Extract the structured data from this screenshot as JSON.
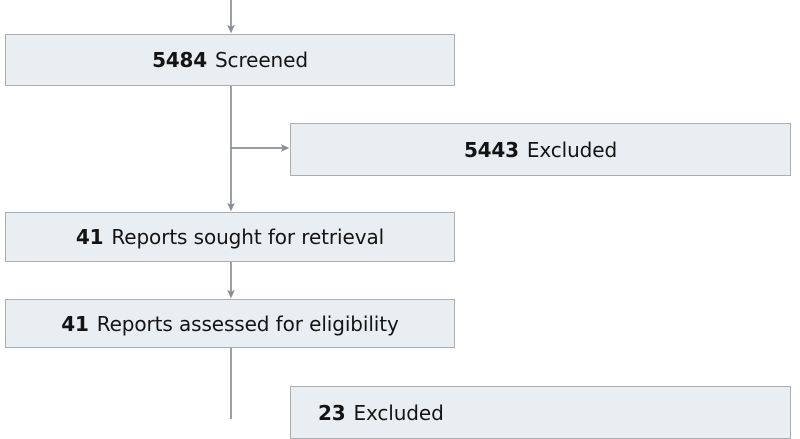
{
  "diagram": {
    "type": "prisma-flow-diagram",
    "colors": {
      "box_fill": "#e8eef1",
      "box_border": "#a9aeb2",
      "connector": "#8a8f94",
      "text": "#141414",
      "background": "#ffffff"
    },
    "nodes": [
      {
        "id": "screened",
        "count": "5484",
        "label": "Screened",
        "align": "center",
        "column": "main"
      },
      {
        "id": "excluded-1",
        "count": "5443",
        "label": "Excluded",
        "align": "center",
        "column": "side"
      },
      {
        "id": "sought",
        "count": "41",
        "label": "Reports sought for retrieval",
        "align": "center",
        "column": "main"
      },
      {
        "id": "assessed",
        "count": "41",
        "label": "Reports assessed for eligibility",
        "align": "center",
        "column": "main"
      },
      {
        "id": "excluded-2",
        "count": "23",
        "label": "Excluded",
        "align": "left",
        "column": "side"
      }
    ],
    "connectors": [
      {
        "id": "inflow-to-screened",
        "direction": "down",
        "from": "top-edge",
        "to": "screened"
      },
      {
        "id": "screened-to-sought",
        "direction": "down",
        "from": "screened",
        "to": "sought"
      },
      {
        "id": "screened-to-excluded-1",
        "direction": "right",
        "from": "screened",
        "to": "excluded-1"
      },
      {
        "id": "sought-to-assessed",
        "direction": "down",
        "from": "sought",
        "to": "assessed"
      },
      {
        "id": "assessed-to-below",
        "direction": "down",
        "from": "assessed",
        "to": "bottom-edge"
      }
    ]
  }
}
